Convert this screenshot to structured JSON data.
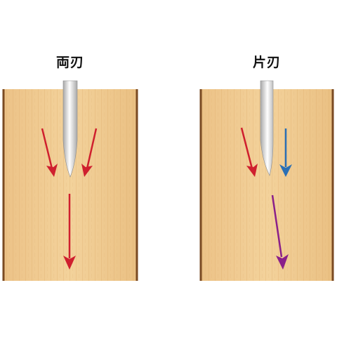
{
  "panels": [
    {
      "id": "double-edged",
      "title": "両刃",
      "arrow_colors": [
        "#cf1f2e",
        "#cf1f2e",
        "#cf1f2e"
      ]
    },
    {
      "id": "single-edged",
      "title": "片刃",
      "arrow_colors": [
        "#cf1f2e",
        "#2a6fb5",
        "#8a1f8a"
      ]
    }
  ],
  "colors": {
    "wood_light": "#f1ce95",
    "wood_dark": "#e7b979",
    "wood_edge": "#7a4a22",
    "blade_light": "#ffffff",
    "blade_dark": "#9c9c9c"
  }
}
